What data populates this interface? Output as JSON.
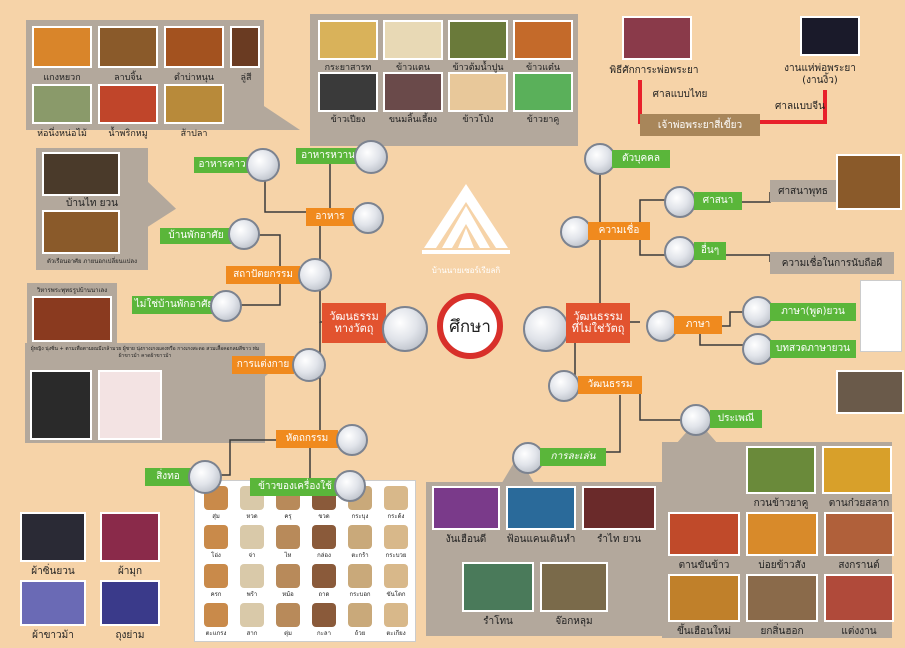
{
  "center_label": "ศึกษา",
  "logo_text": "บ้านนายเซอร์เรียลกิ",
  "tangible": {
    "hub": "วัฒนธรรม\nทางวัตถุ",
    "food": "อาหาร",
    "savory": "อาหารคาว",
    "sweet": "อาหารหวาน",
    "architecture": "สถาปัตยกรรม",
    "residence": "บ้านพักอาศัย",
    "non_residence": "ไม่ใช่บ้านพักอาศัย",
    "dress": "การแต่งกาย",
    "crafts": "หัตถกรรม",
    "weaving": "สิ่งทอ",
    "utensils": "ข้าวของเครื่องใช้"
  },
  "intangible": {
    "hub": "วัฒนธรรม\nที่ไม่ใช่วัตถุ",
    "person": "ตัวบุคคล",
    "belief": "ความเชื่อ",
    "religion": "ศาสนา",
    "other": "อื่นๆ",
    "language": "ภาษา",
    "spoken": "ภาษา(พูด)ยวน",
    "prayer": "บทสวดภาษายวน",
    "culture": "วัฒนธรรม",
    "performance": "การละเล่น",
    "tradition": "ประเพณี"
  },
  "savory_dishes": [
    "แกงหยวก",
    "ลาบจิ้น",
    "ตำบ่าหนุน",
    "ลู่สี",
    "ห่อนึ่งหน่อไม้",
    "น้ำพริกหมู",
    "ส้าปลา"
  ],
  "sweets": [
    "กระยาสารท",
    "ข้าวแตน",
    "ข้าวต้มน้ำปูน",
    "ข้าวแต๋น",
    "ข้าวเปียง",
    "ขนมลิ้นเลี้ยง",
    "ข้าวโป่ง",
    "ข้าวยาคู"
  ],
  "house_captions": [
    "บ้านไท ยวน",
    "ตัวเรือนอาศัย ภายนอกเปลี่ยนแปลง"
  ],
  "non_residence_caption": "วิหารพระพุทธรูปบ้านนาเลง",
  "dress_caption": "ผู้หญิง นุ่งซิ่น + ตามเพื่อตามผมมีเกล้ามวย ผู้ชาย นุ่งกางเกงแดงหรือ กางเกงสะดอ สวมเสื้อคอกลมสีขาว ห่มผ้าขาวม้า คาดผ้าขาวม้า",
  "textiles": [
    "ผ้าซิ่นยวน",
    "ผ้ามุก",
    "ผ้าขาวม้า",
    "ถุงย่าม"
  ],
  "spirit": {
    "ceremony": "พิธีศักการะพ่อพระยา",
    "festival": "งานแห่พ่อพระยา\n(งานงิ้ว)",
    "thai_shrine": "ศาลแบบไทย",
    "chinese_shrine": "ศาลแบบจีน",
    "lord": "เจ้าพ่อพระยาสี่เขี้ยว"
  },
  "religion_note": "ศาสนาพุทธ",
  "ghost_belief": "ความเชื่อในการนับถือผี",
  "performances": [
    "งันเฮือนดี",
    "ฟ้อนแคนเดินหำ",
    "รำไท ยวน",
    "รำโทน",
    "จ๊อกหลุม"
  ],
  "traditions": [
    "กวนข้าวยาคู",
    "ตานก๋วยสลาก",
    "ตานขันข้าว",
    "บ่อยข้าวสัง",
    "สงกรานต์",
    "ขึ้นเฮือนใหม่",
    "ยกสิ่นฮอก",
    "แต่งงาน"
  ],
  "utensil_items": [
    "สุ่ม",
    "หวด",
    "ครุ",
    "ขวด",
    "กระบุง",
    "กระด้ง",
    "โอ่ง",
    "จ่า",
    "ไห",
    "กล่อง",
    "ตะกร้า",
    "กระบวย",
    "ครก",
    "พร้า",
    "หม้อ",
    "ถาด",
    "กระบอก",
    "ขันโตก",
    "ตะแกรง",
    "สาก",
    "ตุ่ม",
    "กะลา",
    "ถ้วย",
    "ตะเกียง"
  ],
  "colors": {
    "background": "#f6d3a8",
    "green_label": "#5ab63a",
    "orange_label": "#f08a1e",
    "hub_red": "#e2532f",
    "panel_gray": "#b3a89c",
    "line": "#3a3a3a"
  }
}
